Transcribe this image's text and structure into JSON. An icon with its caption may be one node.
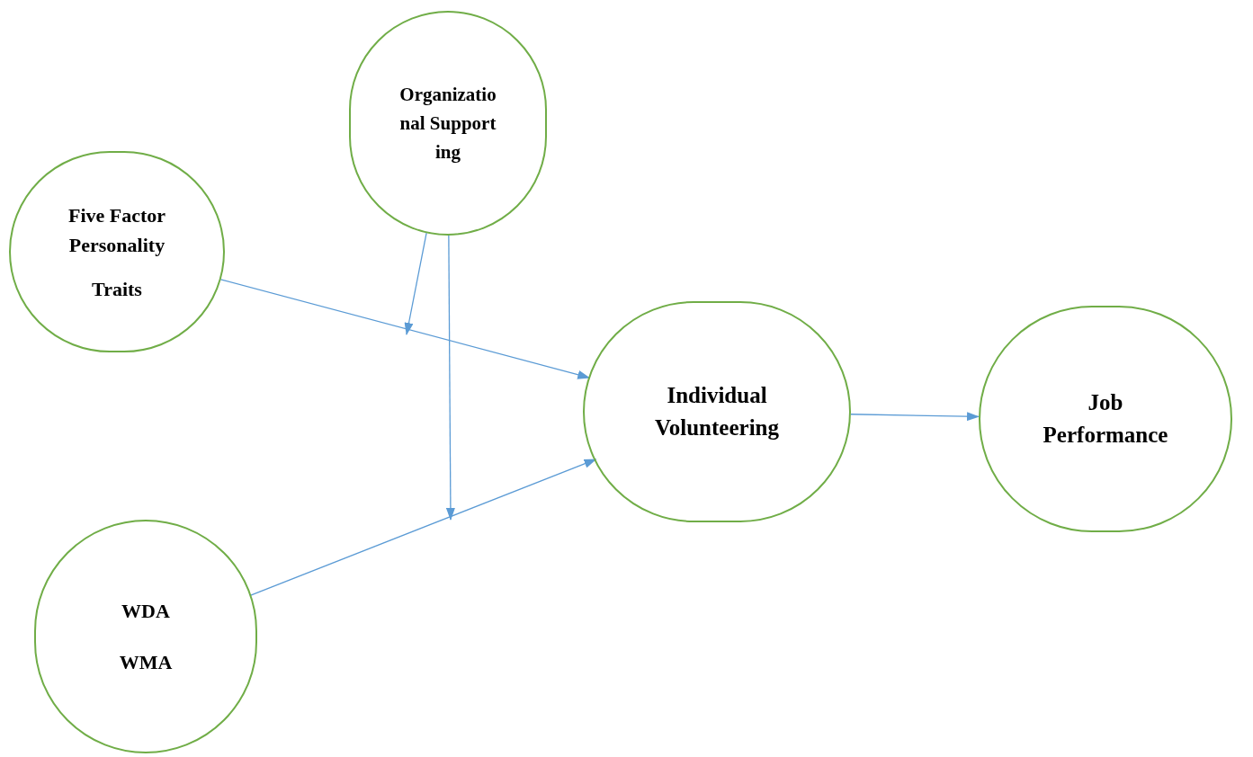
{
  "diagram": {
    "nodes": [
      {
        "text": [
          "Five Factor Personality",
          "Traits"
        ]
      },
      {
        "text": [
          "Organizational Supporting"
        ]
      },
      {
        "text": [
          "WDA",
          "WMA"
        ]
      },
      {
        "text": [
          "Individual Volunteering"
        ]
      },
      {
        "text": [
          "Job Performance"
        ]
      }
    ],
    "edges": [
      {
        "from": 0,
        "to": 3,
        "arrow": "to"
      },
      {
        "from": 2,
        "to": 3,
        "arrow": "to"
      },
      {
        "from": 3,
        "to": 4,
        "arrow": "to"
      },
      {
        "from": 1,
        "to": null,
        "arrow": "to"
      },
      {
        "from": 1,
        "to": null,
        "arrow": "to"
      }
    ]
  }
}
